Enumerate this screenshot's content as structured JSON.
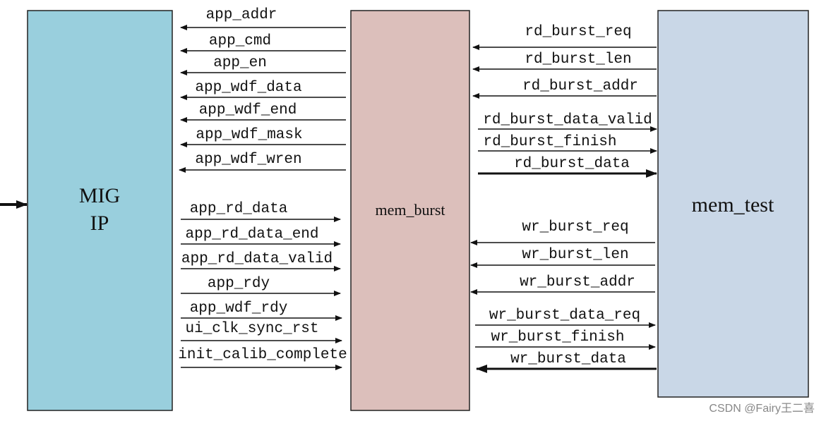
{
  "blocks": {
    "mig": {
      "line1": "MIG",
      "line2": "IP",
      "fill": "#99cfdd"
    },
    "mem_burst": {
      "label": "mem_burst",
      "fill": "#dcbfbb"
    },
    "mem_test": {
      "label": "mem_test",
      "fill": "#c9d7e7"
    }
  },
  "signals_to_mig": [
    "app_addr",
    "app_cmd",
    "app_en",
    "app_wdf_data",
    "app_wdf_end",
    "app_wdf_mask",
    "app_wdf_wren"
  ],
  "signals_from_mig": [
    "app_rd_data",
    "app_rd_data_end",
    "app_rd_data_valid",
    "app_rdy",
    "app_wdf_rdy",
    "ui_clk_sync_rst",
    "init_calib_complete"
  ],
  "rd_requests": [
    "rd_burst_req",
    "rd_burst_len",
    "rd_burst_addr"
  ],
  "rd_responses": [
    "rd_burst_data_valid",
    "rd_burst_finish",
    "rd_burst_data"
  ],
  "wr_requests": [
    "wr_burst_req",
    "wr_burst_len",
    "wr_burst_addr"
  ],
  "wr_responses": [
    "wr_burst_data_req",
    "wr_burst_finish",
    "wr_burst_data"
  ],
  "watermark": "CSDN @Fairy王二喜",
  "colors": {
    "stroke": "#222222",
    "arrow": "#111111",
    "text": "#111111"
  }
}
